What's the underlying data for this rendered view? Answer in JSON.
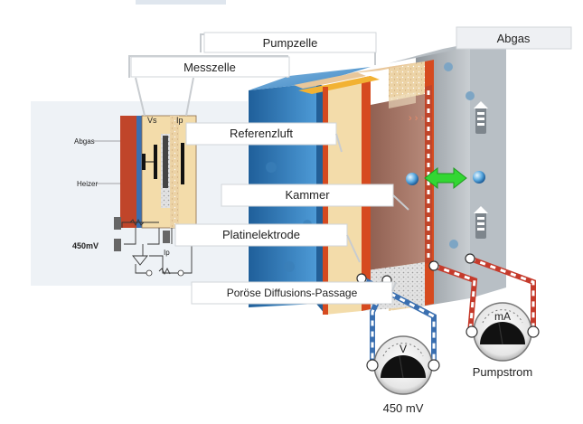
{
  "labels": {
    "pumpzelle": "Pumpzelle",
    "messzelle": "Messzelle",
    "abgas_top": "Abgas",
    "referenzluft": "Referenzluft",
    "kammer": "Kammer",
    "platinelektrode": "Platinelektrode",
    "diffusion": "Poröse Diffusions-Passage"
  },
  "inset": {
    "vs": "Vs",
    "ip_top": "Ip",
    "abgas": "Abgas",
    "heizer": "Heizer",
    "voltage": "450mV",
    "ip_bottom": "Ip"
  },
  "meters": {
    "voltmeter_unit": "V",
    "voltmeter_caption": "450 mV",
    "ammeter_unit": "mA",
    "ammeter_caption": "Pumpstrom"
  },
  "colors": {
    "heater": "#c0452a",
    "electrode": "#d64a1f",
    "gold": "#f2b233",
    "ceramic": "#f3dcaa",
    "blue_block": "#2f7fbf",
    "grey_block": "#a9b1b8",
    "arrow": "#33d633"
  }
}
